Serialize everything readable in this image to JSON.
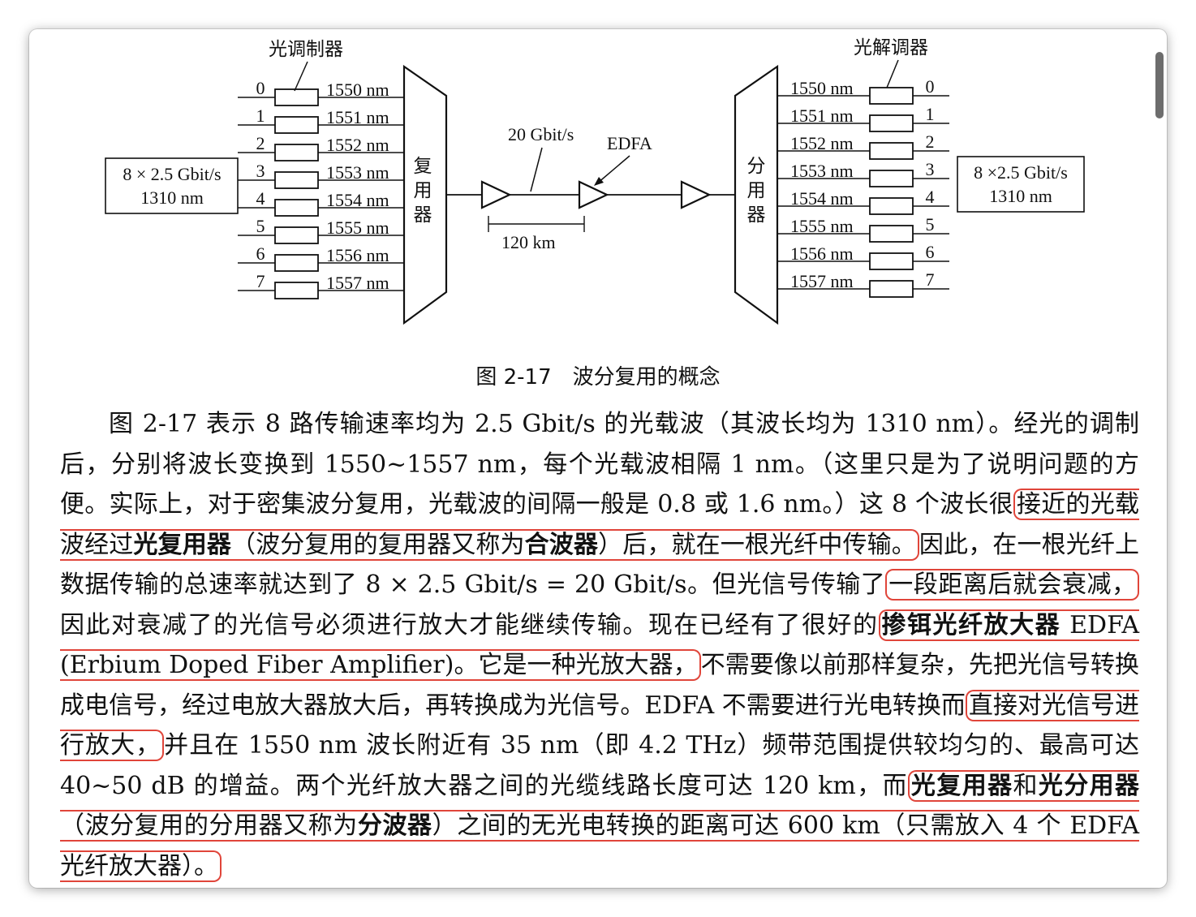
{
  "diagram": {
    "modulator_label": "光调制器",
    "demodulator_label": "光解调器",
    "channels": [
      "0",
      "1",
      "2",
      "3",
      "4",
      "5",
      "6",
      "7"
    ],
    "wavelengths": [
      "1550 nm",
      "1551 nm",
      "1552 nm",
      "1553 nm",
      "1554 nm",
      "1555 nm",
      "1556 nm",
      "1557 nm"
    ],
    "input_box": {
      "line1": "8 × 2.5 Gbit/s",
      "line2": "1310 nm"
    },
    "output_box": {
      "line1": "8 ×2.5 Gbit/s",
      "line2": "1310 nm"
    },
    "mux_label": [
      "复",
      "用",
      "器"
    ],
    "demux_label": [
      "分",
      "用",
      "器"
    ],
    "rate_label": "20 Gbit/s",
    "edfa_label": "EDFA",
    "distance_label": "120 km"
  },
  "caption": "图 2-17　波分复用的概念",
  "paragraph": {
    "s1": "图 2-17 表示 8 路传输速率均为 2.5  Gbit/s 的光载波（其波长均为 1310  nm）。经光的调制后，分别将波长变换到 1550~1557  nm，每个光载波相隔  1  nm。（这里只是为了说明问题的方便。实际上，对于密集波分复用，光载波的间隔一般是 0.8 或 1.6  nm。）这 8 个波长很",
    "h1a": "接近的光载波经过",
    "h1b": "光复用器",
    "h1c": "（波分复用的复用器又称为",
    "h1d": "合波器",
    "h1e": "）后，就在一根光纤中传输。",
    "s2": "因此，在一根光纤上数据传输的总速率就达到了 8 × 2.5 Gbit/s = 20 Gbit/s。但光信号传输了",
    "h2": "一段距离后就会衰减，",
    "s3": "因此对衰减了的光信号必须进行放大才能继续传输。现在已经有了很好的",
    "h3a": "掺铒光纤放大器",
    "h3b": " EDFA (Erbium  Doped  Fiber  Amplifier)。它是一种光放大器，",
    "s4": "不需要像以前那样复杂，先把光信号转换成电信号，经过电放大器放大后，再转换成为光信号。EDFA 不需要进行光电转换而",
    "h4": "直接对光信号进行放大，",
    "s5": "并且在  1550  nm  波长附近有  35  nm（即 4.2 THz）频带范围提供较均匀的、最高可达 40~50 dB 的增益。两个光纤放大器之间的光缆线路长度可达  120  km，而",
    "h5a": "光复用器",
    "h5b": "和",
    "h5c": "光分用器",
    "h5d": "（波分复用的分用器又称为",
    "h5e": "分波器",
    "h5f": "）之间的无光电转换的距离可达 600 km（只需放入 4 个 EDFA 光纤放大器）。"
  }
}
